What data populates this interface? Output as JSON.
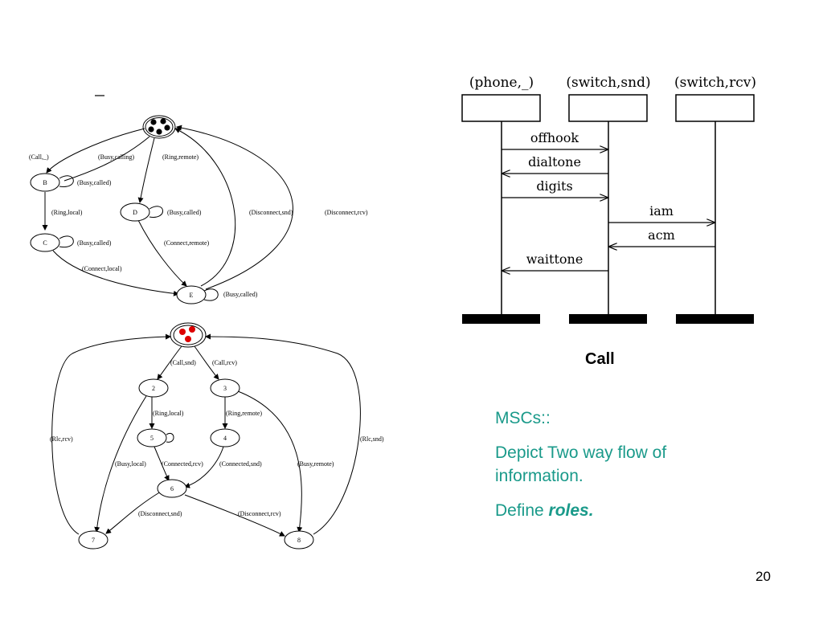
{
  "fsm1": {
    "nodes": {
      "b": "B",
      "c": "C",
      "d": "D",
      "e": "E"
    },
    "edges": {
      "call": "(Call,_)",
      "busy_calling": "(Busy,calling)",
      "ring_remote": "(Ring,remote)",
      "b_self": "(Busy,called)",
      "ring_local": "(Ring,local)",
      "d_self": "(Busy,called)",
      "disconnect_snd": "(Disconnect,snd)",
      "disconnect_rcv": "(Disconnect,rcv)",
      "c_self": "(Busy,called)",
      "connect_remote": "(Connect,remote)",
      "connect_local": "(Connect,local)",
      "e_self": "(Busy,called)"
    }
  },
  "fsm2": {
    "nodes": {
      "n2": "2",
      "n3": "3",
      "n4": "4",
      "n5": "5",
      "n6": "6",
      "n7": "7",
      "n8": "8"
    },
    "edges": {
      "call_snd": "(Call,snd)",
      "call_rcv": "(Call,rcv)",
      "ring_local": "(Ring,local)",
      "ring_remote": "(Ring,remote)",
      "rlc_rcv": "(Rlc,rcv)",
      "rlc_snd": "(Rlc,snd)",
      "busy_local": "(Busy,local)",
      "connected_rcv": "(Connected,rcv)",
      "connected_snd": "(Connected,snd)",
      "busy_remote": "(Busy,remote)",
      "disconnect_snd": "(Disconnect,snd)",
      "disconnect_rcv": "(Disconnect,rcv)"
    }
  },
  "msc": {
    "roles": [
      "(phone,_)",
      "(switch,snd)",
      "(switch,rcv)"
    ],
    "messages": [
      "offhook",
      "dialtone",
      "digits",
      "iam",
      "acm",
      "waittone"
    ],
    "caption": "Call"
  },
  "bullets": {
    "title": "MSCs::",
    "line1": "Depict Two way flow of information.",
    "line2_prefix": "Define ",
    "line2_emphasis": "roles."
  },
  "page_number": "20",
  "colors": {
    "accent_text": "#1a9a8a",
    "token_red": "#dd0000",
    "token_black": "#000000"
  }
}
